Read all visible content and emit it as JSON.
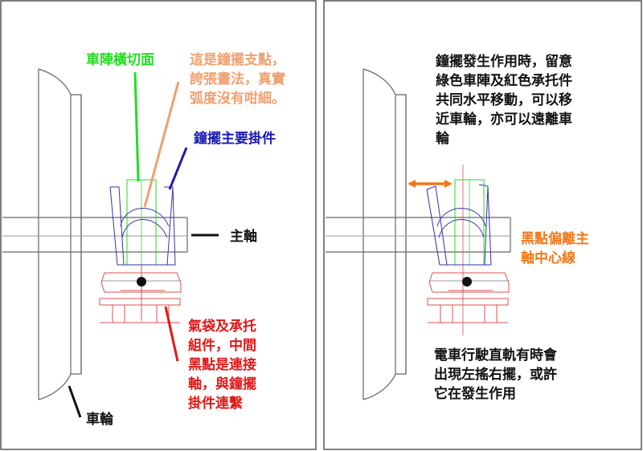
{
  "colors": {
    "green": "#22dd22",
    "salmon": "#f0a070",
    "blue": "#1a1ab0",
    "red": "#e01818",
    "orange": "#f07818",
    "black": "#111111",
    "frame": "#555555"
  },
  "left_panel": {
    "label_green": "車陣橫切面",
    "label_salmon": [
      "這是鐘擺支點，",
      "誇張畫法，真實",
      "弧度沒有咁細。"
    ],
    "label_blue": "鐘擺主要掛件",
    "label_axle": "主軸",
    "label_red": [
      "氣袋及承托",
      "組件，中間",
      "黑點是連接",
      "軸，與鐘擺",
      "掛件連繫"
    ],
    "label_wheel": "車輪"
  },
  "right_panel": {
    "text_top": [
      "鐘擺發生作用時，留意",
      "綠色車陣及紅色承托件",
      "共同水平移動，可以移",
      "近車輪，亦可以遠離車",
      "輪"
    ],
    "label_orange": [
      "黑點偏離主",
      "軸中心線"
    ],
    "text_bottom": [
      "電車行駛直軌有時會",
      "出現左搖右擺，或許",
      "它在發生作用"
    ]
  }
}
